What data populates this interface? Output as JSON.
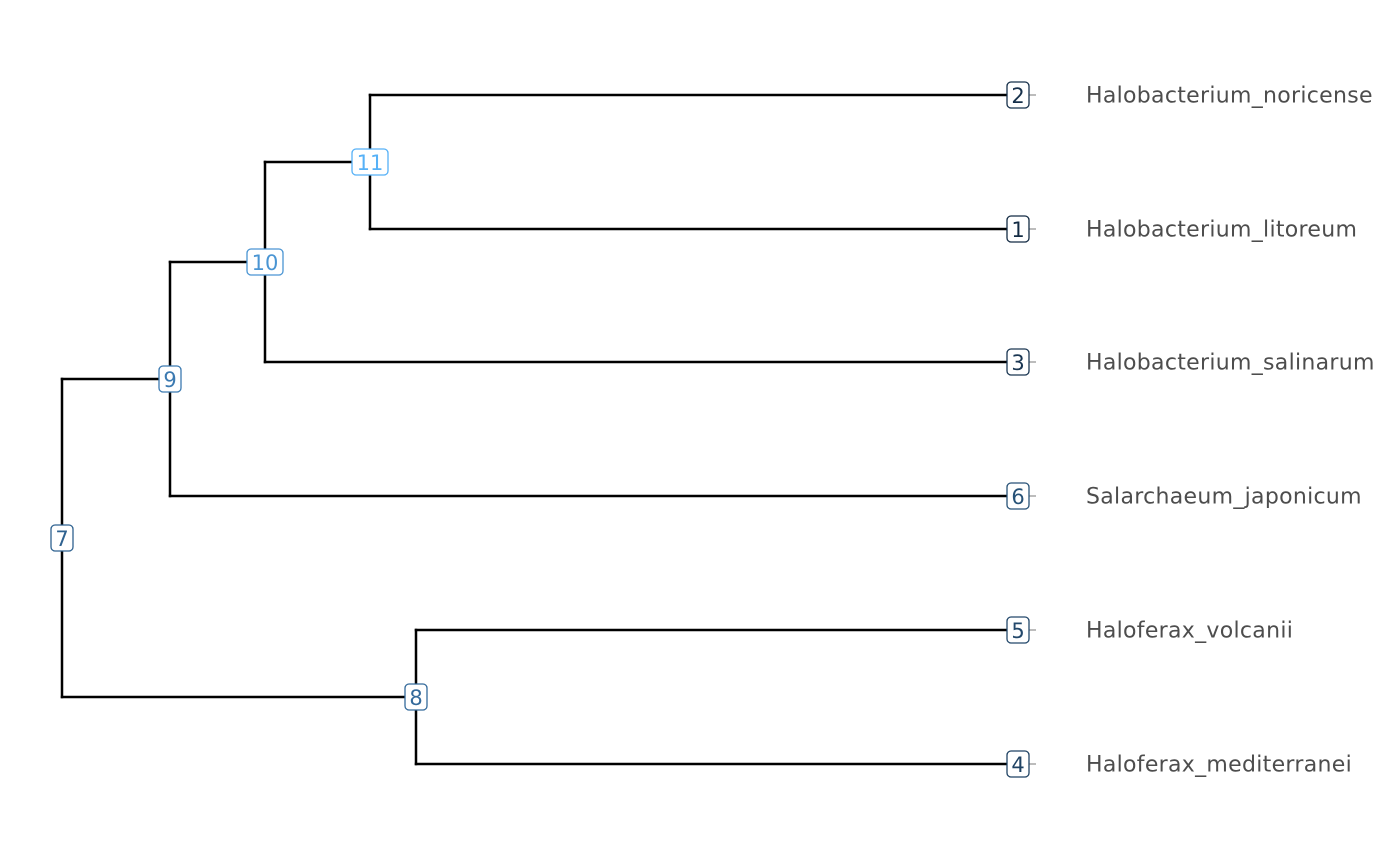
{
  "tree": {
    "tips": [
      {
        "node": "2",
        "label": "Halobacterium_noricense"
      },
      {
        "node": "1",
        "label": "Halobacterium_litoreum"
      },
      {
        "node": "3",
        "label": "Halobacterium_salinarum"
      },
      {
        "node": "6",
        "label": "Salarchaeum_japonicum"
      },
      {
        "node": "5",
        "label": "Haloferax_volcanii"
      },
      {
        "node": "4",
        "label": "Haloferax_mediterranei"
      }
    ],
    "internal_nodes": [
      {
        "node": "7",
        "children": [
          "9",
          "8"
        ]
      },
      {
        "node": "9",
        "children": [
          "10",
          "6"
        ]
      },
      {
        "node": "10",
        "children": [
          "11",
          "3"
        ]
      },
      {
        "node": "11",
        "children": [
          "2",
          "1"
        ]
      },
      {
        "node": "8",
        "children": [
          "5",
          "4"
        ]
      }
    ],
    "node_colors": {
      "1": "#132b43",
      "2": "#16304a",
      "3": "#1a3652",
      "4": "#1f4263",
      "5": "#23486b",
      "6": "#275277",
      "7": "#2f6290",
      "8": "#346a9b",
      "9": "#3c7ab1",
      "10": "#4a95d3",
      "11": "#56b1f7"
    }
  }
}
